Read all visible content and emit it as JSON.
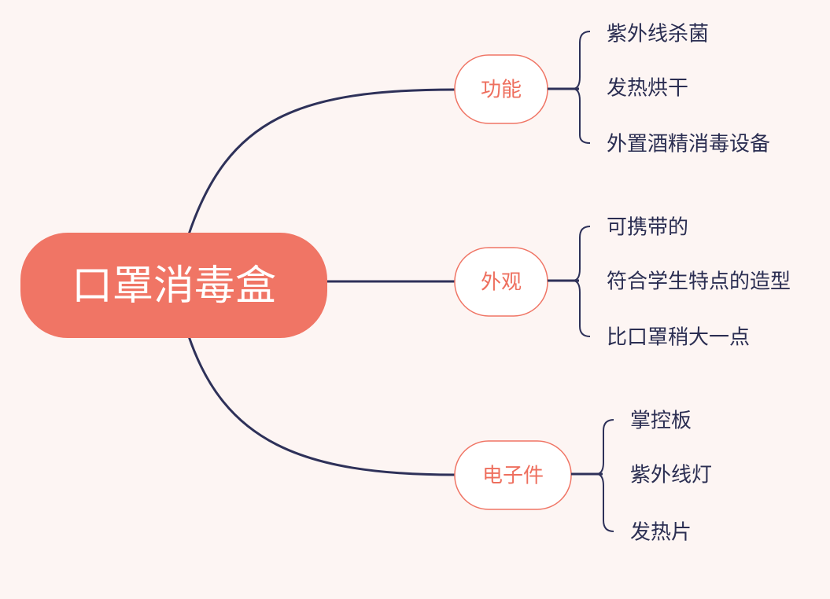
{
  "root": {
    "label": "口罩消毒盒"
  },
  "branches": [
    {
      "label": "功能",
      "items": [
        "紫外线杀菌",
        "发热烘干",
        "外置酒精消毒设备"
      ]
    },
    {
      "label": "外观",
      "items": [
        "可携带的",
        "符合学生特点的造型",
        "比口罩稍大一点"
      ]
    },
    {
      "label": "电子件",
      "items": [
        "掌控板",
        "紫外线灯",
        "发热片"
      ]
    }
  ],
  "colors": {
    "background": "#fdf5f3",
    "root_fill": "#f07565",
    "branch_stroke": "#f07565",
    "branch_text": "#ee6f5e",
    "connector": "#2e3159",
    "leaf_text": "#2b2e52"
  }
}
